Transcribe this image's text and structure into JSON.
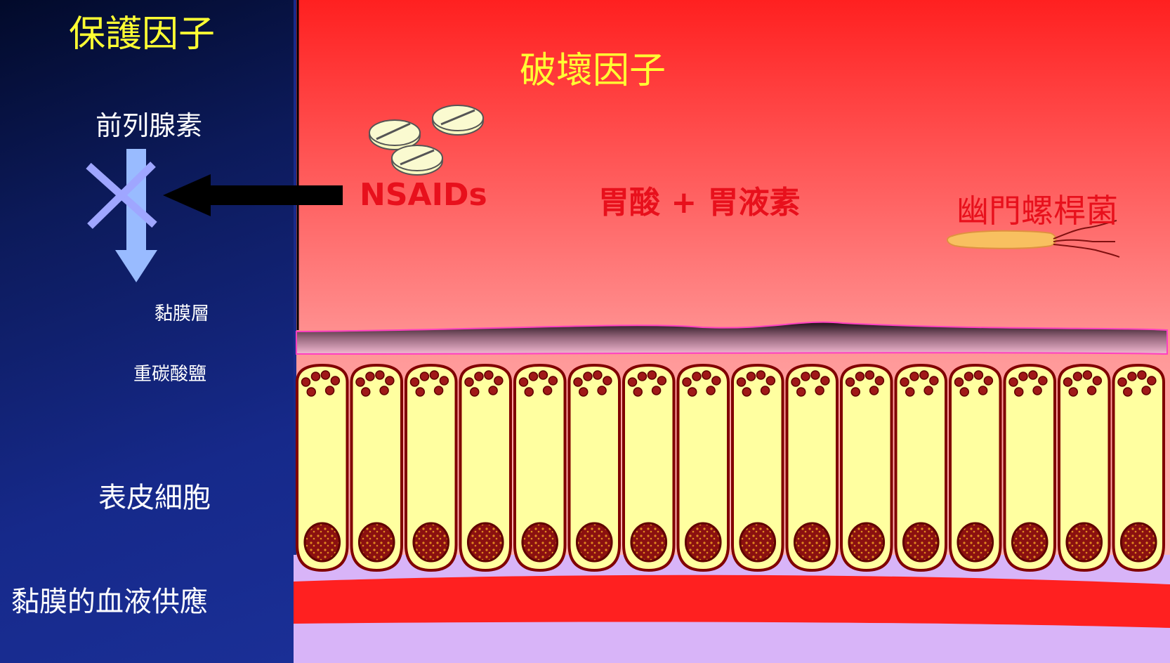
{
  "protective": {
    "title": "保護因子",
    "prostaglandin": "前列腺素",
    "mucus_layer": "黏膜層",
    "bicarbonate": "重碳酸鹽",
    "epithelial_cells": "表皮細胞",
    "blood_supply": "黏膜的血液供應"
  },
  "destructive": {
    "title": "破壞因子",
    "nsaids": "NSAIDs",
    "acid_pepsin": "胃酸 + 胃液素",
    "h_pylori": "幽門螺桿菌"
  },
  "colors": {
    "left_bg": "#1a2f96",
    "stomach_top": "#ff2020",
    "stomach_bottom": "#ffc8c8",
    "cell_fill": "#ffffa0",
    "cell_outline": "#800000",
    "blood": "#ff2020",
    "submucosa": "#d8b4f8",
    "heading": "#ffff33",
    "label_red": "#e8101c"
  }
}
